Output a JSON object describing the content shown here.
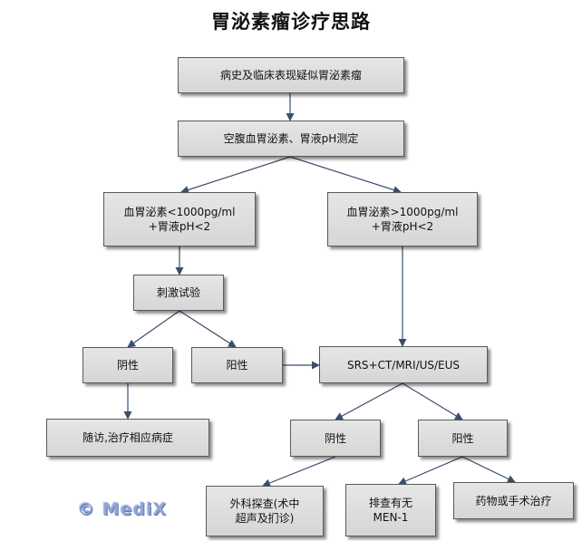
{
  "title": "胃泌素瘤诊疗思路",
  "nodes": {
    "history": "病史及临床表现疑似胃泌素瘤",
    "test": "空腹血胃泌素、胃液pH测定",
    "low": "血胃泌素<1000pg/ml\n+胃液pH<2",
    "high": "血胃泌素>1000pg/ml\n+胃液pH<2",
    "stim": "刺激试验",
    "neg1": "阴性",
    "pos1": "阳性",
    "imaging": "SRS+CT/MRI/US/EUS",
    "follow": "随访,治疗相应病症",
    "neg2": "阴性",
    "pos2": "阳性",
    "surgery": "外科探查(术中\n超声及扪诊)",
    "men": "排查有无\nMEN-1",
    "treat": "药物或手术治疗"
  },
  "watermark": "© MediX",
  "colors": {
    "arrow": "#3b4f6b",
    "box_border": "#5a5a5a"
  }
}
